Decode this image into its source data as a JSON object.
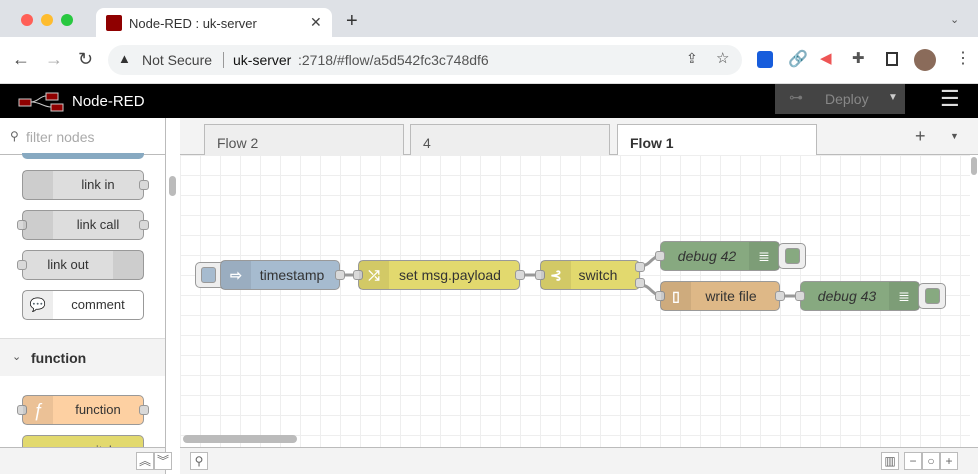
{
  "browser": {
    "tab_title": "Node-RED : uk-server",
    "security": "Not Secure",
    "url_host": "uk-server",
    "url_rest": ":2718/#flow/a5d542fc3c748df6"
  },
  "header": {
    "title": "Node-RED",
    "deploy": "Deploy"
  },
  "palette": {
    "filter_placeholder": "filter nodes",
    "nodes": [
      "link in",
      "link call",
      "link out",
      "comment"
    ],
    "category": "function",
    "function_nodes": [
      "function",
      "switch"
    ]
  },
  "workspace": {
    "tabs": [
      "Flow 2",
      "4",
      "Flow 1"
    ],
    "active_tab": "Flow 1"
  },
  "flow": {
    "nodes": {
      "inject": "timestamp",
      "change": "set msg.payload",
      "switch": "switch",
      "debug1": "debug 42",
      "file": "write file",
      "debug2": "debug 43"
    }
  },
  "colors": {
    "inject": "#a6bbcf",
    "change": "#e2d96e",
    "switch": "#e2d96e",
    "debug": "#87a980",
    "file": "#deb887",
    "function": "#fdd0a2",
    "link": "#dddddd"
  }
}
